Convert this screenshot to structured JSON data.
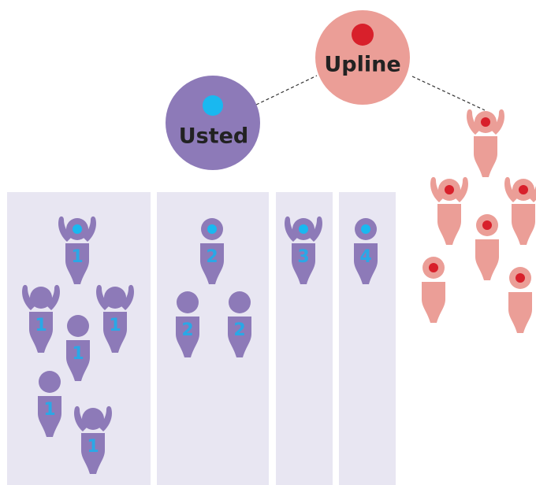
{
  "upline": {
    "label": "Upline",
    "color": "#eb9e97",
    "dot_color": "#d8202b"
  },
  "user": {
    "label": "Usted",
    "color": "#8d7ab8",
    "dot_color": "#19b8f0"
  },
  "columns": [
    {
      "level": "1",
      "count": 6
    },
    {
      "level": "2",
      "count": 3
    },
    {
      "level": "3",
      "count": 1
    },
    {
      "level": "4",
      "count": 1
    }
  ],
  "colors": {
    "column_bg": "#e8e6f2",
    "person_purple": "#8d7ab8",
    "person_pink": "#eb9e97",
    "number_blue": "#2aa8e6",
    "head_dot_blue": "#19b8f0",
    "head_dot_red": "#d8202b"
  }
}
